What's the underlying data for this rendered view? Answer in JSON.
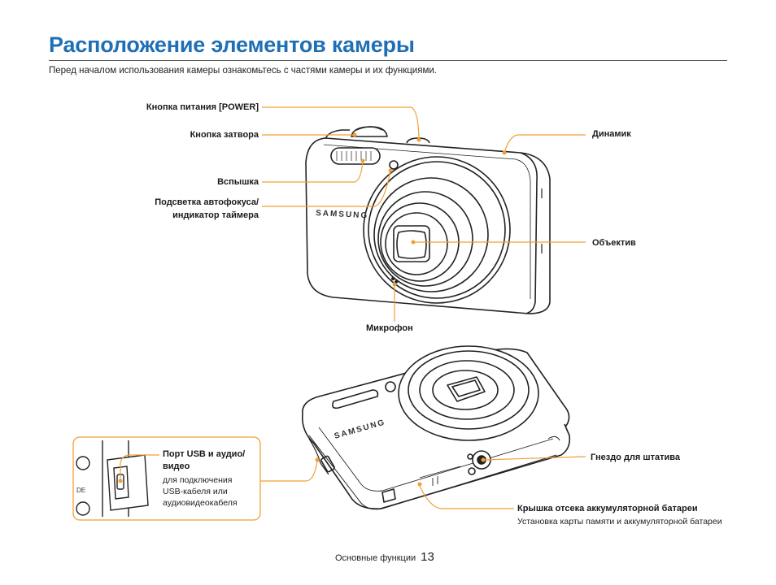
{
  "page": {
    "title": "Расположение элементов камеры",
    "intro": "Перед началом использования камеры ознакомьтесь с частями камеры и их функциями."
  },
  "front_view": {
    "labels": {
      "power": "Кнопка питания [POWER]",
      "shutter": "Кнопка затвора",
      "flash": "Вспышка",
      "af_line1": "Подсветка автофокуса/",
      "af_line2": "индикатор таймера",
      "speaker": "Динамик",
      "lens": "Объектив",
      "mic": "Микрофон"
    },
    "brand_logo": "SAMSUNG"
  },
  "bottom_view": {
    "labels": {
      "usb_line1": "Порт USB и аудио/",
      "usb_line2": "видео",
      "usb_desc1": "для подключения",
      "usb_desc2": "USB-кабеля или",
      "usb_desc3": "аудиовидеокабеля",
      "tripod": "Гнездо для штатива",
      "battery": "Крышка отсека аккумуляторной батареи",
      "battery_desc": "Установка карты памяти и аккумуляторной батареи"
    },
    "brand_logo": "SAMSUNG",
    "inset_text": "DE"
  },
  "footer": {
    "section": "Основные функции",
    "page_number": "13"
  },
  "colors": {
    "title": "#1f6fb5",
    "leader_lines": "#f0a035",
    "line_art": "#222222"
  }
}
